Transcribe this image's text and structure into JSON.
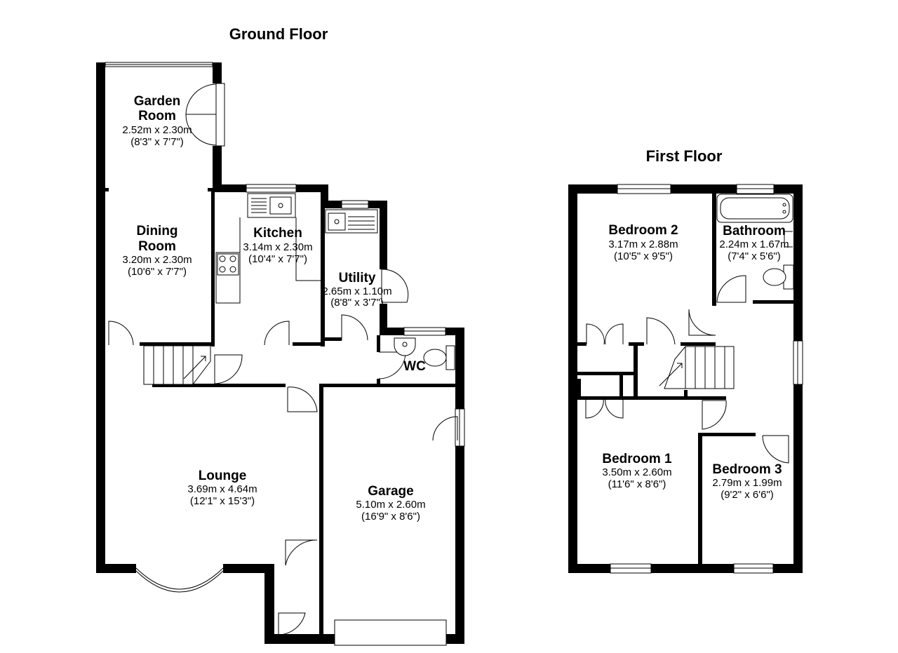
{
  "floors": {
    "ground": {
      "title": "Ground Floor",
      "rooms": {
        "garden_room": {
          "name_line1": "Garden",
          "name_line2": "Room",
          "metric": "2.52m x 2.30m",
          "imperial": "(8'3\" x 7'7\")"
        },
        "dining_room": {
          "name_line1": "Dining",
          "name_line2": "Room",
          "metric": "3.20m x 2.30m",
          "imperial": "(10'6\" x 7'7\")"
        },
        "kitchen": {
          "name": "Kitchen",
          "metric": "3.14m x 2.30m",
          "imperial": "(10'4\" x 7'7\")"
        },
        "utility": {
          "name": "Utility",
          "metric": "2.65m x 1.10m",
          "imperial": "(8'8\" x 3'7\")"
        },
        "wc": {
          "name": "WC"
        },
        "lounge": {
          "name": "Lounge",
          "metric": "3.69m x 4.64m",
          "imperial": "(12'1\" x 15'3\")"
        },
        "garage": {
          "name": "Garage",
          "metric": "5.10m x 2.60m",
          "imperial": "(16'9\" x 8'6\")"
        }
      }
    },
    "first": {
      "title": "First Floor",
      "rooms": {
        "bedroom_2": {
          "name": "Bedroom 2",
          "metric": "3.17m x 2.88m",
          "imperial": "(10'5\" x 9'5\")"
        },
        "bathroom": {
          "name": "Bathroom",
          "metric": "2.24m x 1.67m",
          "imperial": "(7'4\" x 5'6\")"
        },
        "bedroom_1": {
          "name": "Bedroom 1",
          "metric": "3.50m x 2.60m",
          "imperial": "(11'6\" x 8'6\")"
        },
        "bedroom_3": {
          "name": "Bedroom 3",
          "metric": "2.79m x 1.99m",
          "imperial": "(9'2\" x 6'6\")"
        }
      }
    }
  }
}
